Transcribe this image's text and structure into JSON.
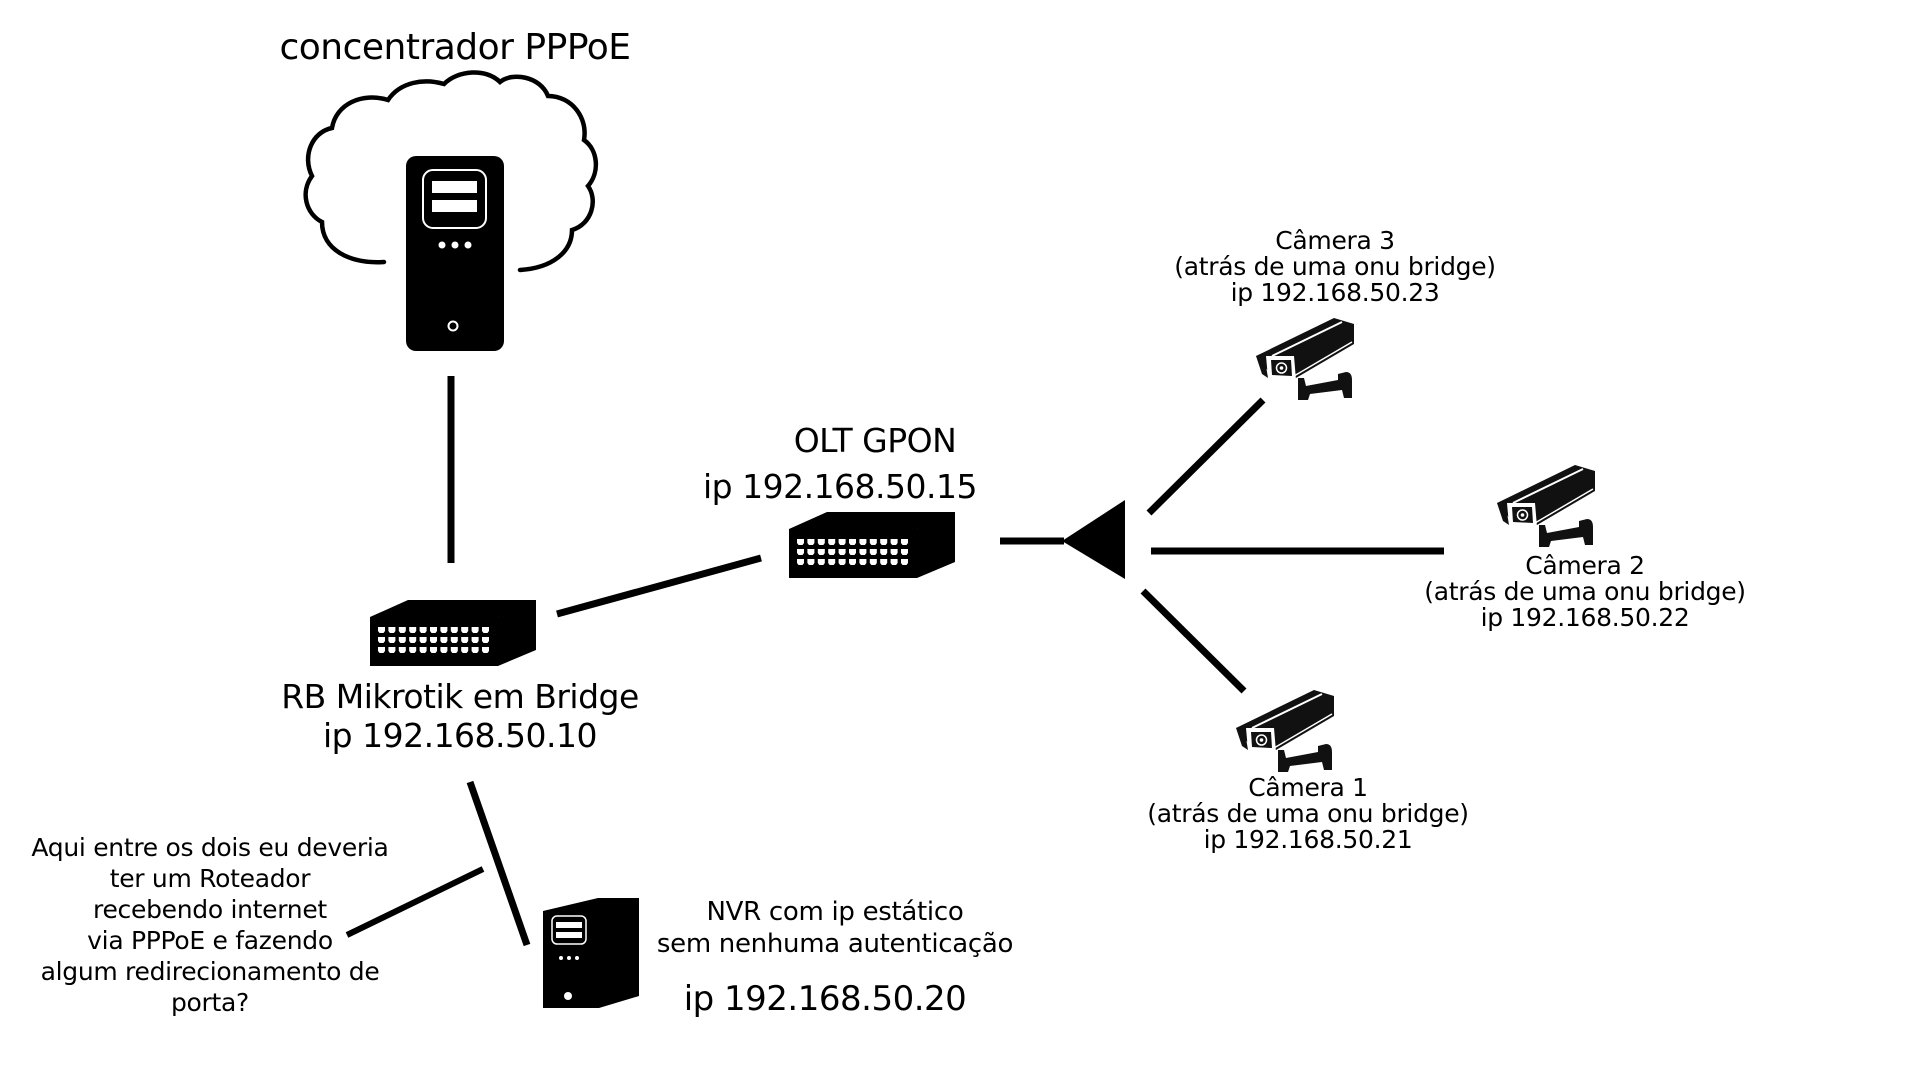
{
  "diagram": {
    "type": "network-topology",
    "nodes": {
      "pppoe_concentrator": {
        "label": "concentrador PPPoE",
        "icon": "server-in-cloud-icon"
      },
      "rb_mikrotik": {
        "label": "RB Mikrotik em Bridge",
        "ip": "ip 192.168.50.10",
        "icon": "network-switch-icon"
      },
      "olt_gpon": {
        "label": "OLT GPON",
        "ip": "ip 192.168.50.15",
        "icon": "network-switch-icon"
      },
      "splitter": {
        "icon": "optical-splitter-icon"
      },
      "camera_3": {
        "name": "Câmera 3",
        "note": "(atrás de uma onu bridge)",
        "ip": "ip 192.168.50.23",
        "icon": "cctv-camera-icon"
      },
      "camera_2": {
        "name": "Câmera 2",
        "note": "(atrás de uma onu bridge)",
        "ip": "ip 192.168.50.22",
        "icon": "cctv-camera-icon"
      },
      "camera_1": {
        "name": "Câmera 1",
        "note": "(atrás de uma onu bridge)",
        "ip": "ip 192.168.50.21",
        "icon": "cctv-camera-icon"
      },
      "nvr": {
        "line1": "NVR com ip estático",
        "line2": "sem nenhuma autenticação",
        "ip": "ip 192.168.50.20",
        "icon": "server-tower-icon"
      }
    },
    "edges": [
      [
        "pppoe_concentrator",
        "rb_mikrotik"
      ],
      [
        "rb_mikrotik",
        "olt_gpon"
      ],
      [
        "olt_gpon",
        "splitter"
      ],
      [
        "splitter",
        "camera_3"
      ],
      [
        "splitter",
        "camera_2"
      ],
      [
        "splitter",
        "camera_1"
      ],
      [
        "rb_mikrotik",
        "nvr"
      ]
    ],
    "annotation": {
      "lines": [
        "Aqui entre os dois eu deveria",
        "ter um Roteador",
        "recebendo internet",
        "via PPPoE e fazendo",
        "algum redirecionamento de",
        "porta?"
      ],
      "points_to_edge": [
        "rb_mikrotik",
        "nvr"
      ]
    },
    "colors": {
      "ink": "#000000",
      "background": "#ffffff"
    }
  }
}
